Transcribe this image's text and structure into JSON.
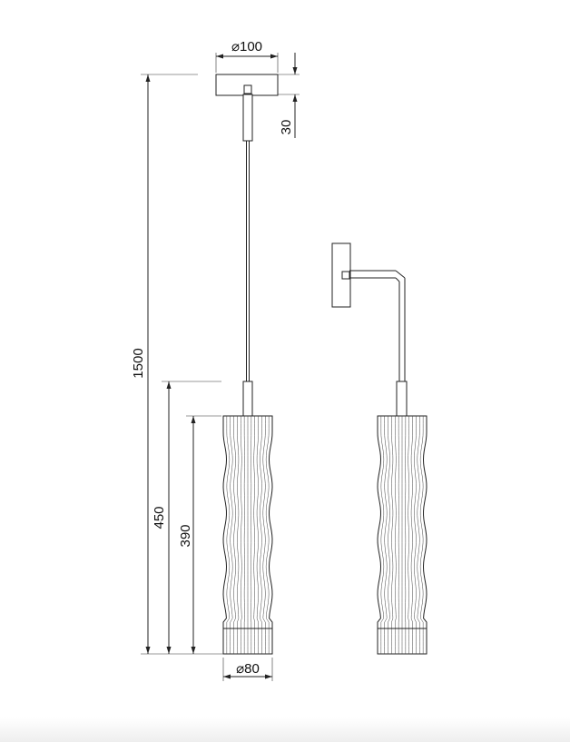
{
  "dimensions": {
    "canopy_diameter": "⌀100",
    "canopy_height": "30",
    "total_height": "1500",
    "shade_section_height": "450",
    "shade_height": "390",
    "shade_diameter": "⌀80"
  },
  "colors": {
    "line": "#222222",
    "background": "#ffffff"
  }
}
